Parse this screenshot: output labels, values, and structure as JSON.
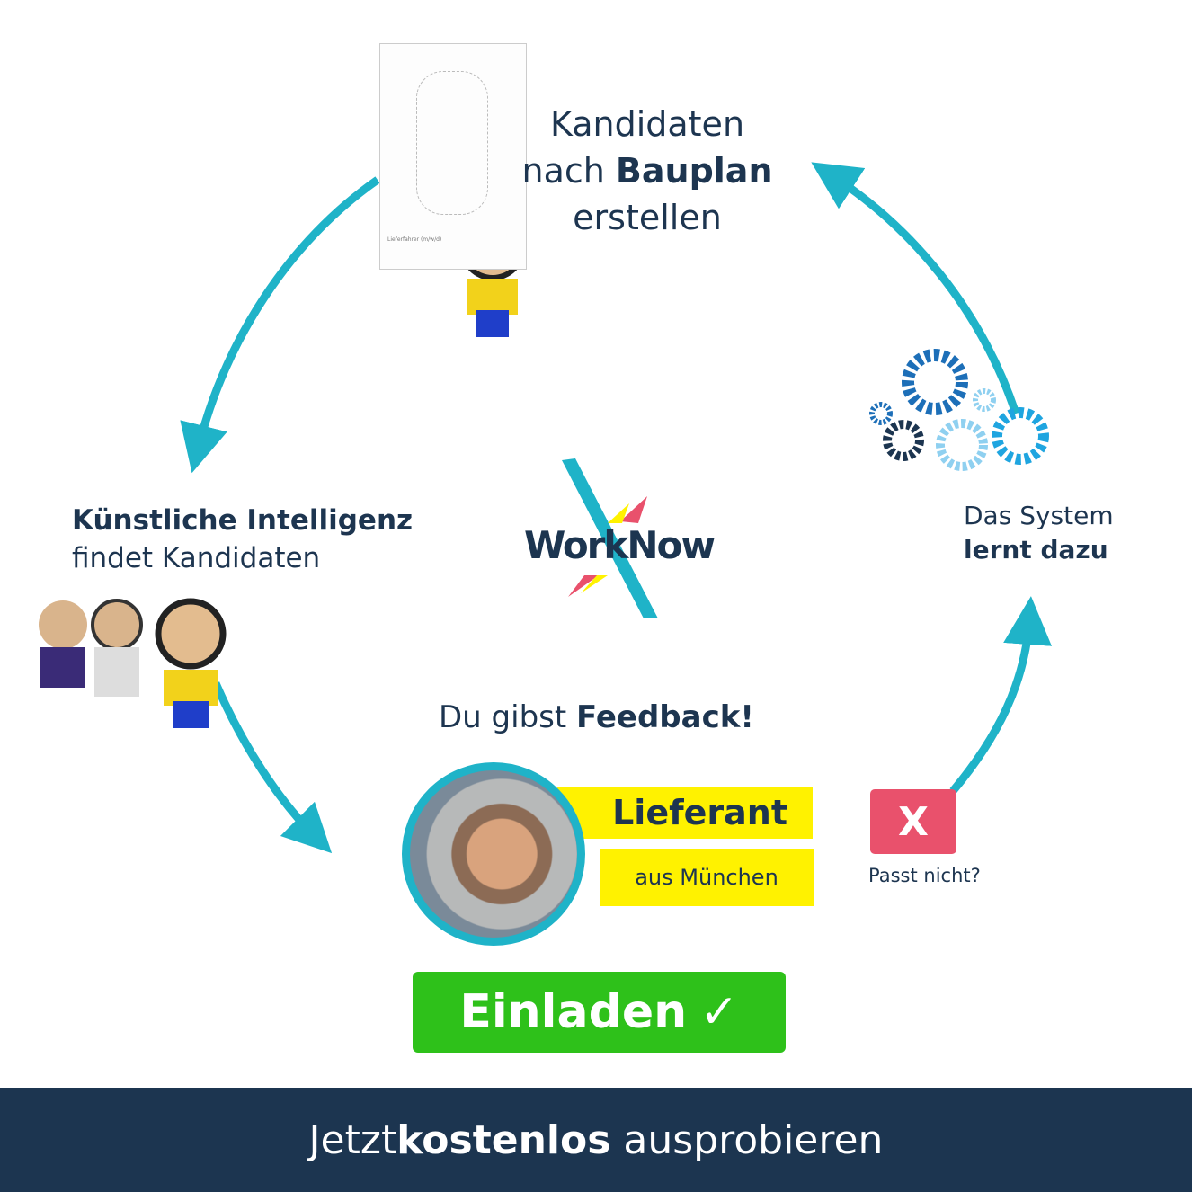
{
  "step_top": {
    "line1": "Kandidaten",
    "line2_pre": "nach ",
    "line2_bold": "Bauplan",
    "line3": "erstellen"
  },
  "blueprint": {
    "caption": "Lieferfahrer (m/w/d)"
  },
  "step_left": {
    "bold": "Künstliche Intelligenz",
    "line2": "findet Kandidaten"
  },
  "logo": {
    "text": "WorkNow"
  },
  "step_right": {
    "line1": "Das System",
    "bold": "lernt dazu"
  },
  "feedback": {
    "pre": "Du gibst ",
    "bold": "Feedback!"
  },
  "candidate": {
    "title": "Lieferant",
    "location": "aus München"
  },
  "reject": {
    "label": "X",
    "caption": "Passt nicht?"
  },
  "invite": {
    "label": "Einladen",
    "icon": "check-icon"
  },
  "footer": {
    "pre": "Jetzt ",
    "bold": "kostenlos",
    "post": " ausprobieren"
  },
  "colors": {
    "teal": "#1fb3c8",
    "navy": "#1c3550",
    "green": "#2ec11a",
    "yellow": "#fff200",
    "red": "#e9516c"
  }
}
